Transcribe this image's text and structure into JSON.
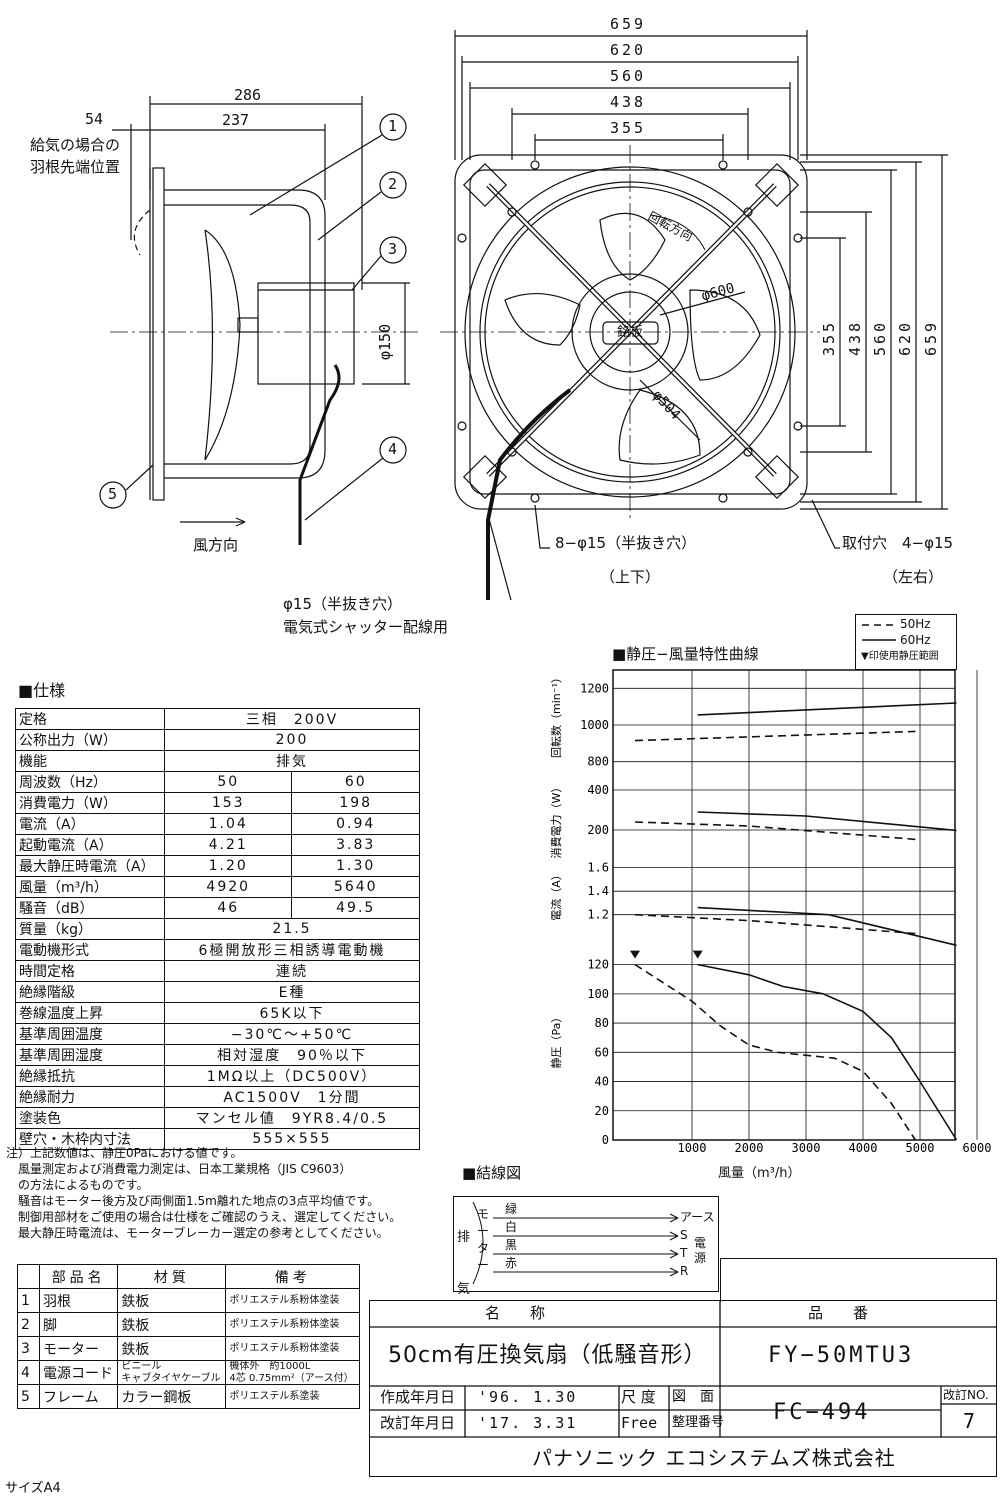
{
  "drawing": {
    "side": {
      "dim_286": "286",
      "dim_237": "237",
      "dim_54": "54",
      "intake_note": [
        "給気の場合の",
        "羽根先端位置"
      ],
      "dim_phi150": "φ150",
      "wind_direction": "風方向",
      "callouts": [
        "1",
        "2",
        "3",
        "4",
        "5"
      ]
    },
    "front": {
      "widths": [
        "659",
        "620",
        "560",
        "438",
        "355"
      ],
      "heights": [
        "355",
        "438",
        "560",
        "620",
        "659"
      ],
      "rotation": "回転方向",
      "dia_600": "φ600",
      "dia_504": "φ504",
      "nameplate": "銘板",
      "holes_8": "8−φ15（半抜き穴）",
      "holes_8_sub": "（上下）",
      "holes_4": "取付穴　4−φ15",
      "holes_4_sub": "（左右）",
      "shutter_hole": "φ15（半抜き穴）",
      "shutter_note": "電気式シャッター配線用"
    }
  },
  "spec": {
    "heading": "■仕様",
    "rows": [
      {
        "label": "定格",
        "full": "三相　200V"
      },
      {
        "label": "公称出力（W）",
        "full": "200"
      },
      {
        "label": "機能",
        "full": "排気"
      },
      {
        "label": "周波数（Hz）",
        "v50": "50",
        "v60": "60"
      },
      {
        "label": "消費電力（W）",
        "v50": "153",
        "v60": "198"
      },
      {
        "label": "電流（A）",
        "v50": "1.04",
        "v60": "0.94"
      },
      {
        "label": "起動電流（A）",
        "v50": "4.21",
        "v60": "3.83"
      },
      {
        "label": "最大静圧時電流（A）",
        "v50": "1.20",
        "v60": "1.30"
      },
      {
        "label": "風量（m³/h）",
        "v50": "4920",
        "v60": "5640"
      },
      {
        "label": "騒音（dB）",
        "v50": "46",
        "v60": "49.5"
      },
      {
        "label": "質量（kg）",
        "full": "21.5"
      },
      {
        "label": "電動機形式",
        "full": "6極開放形三相誘導電動機"
      },
      {
        "label": "時間定格",
        "full": "連続"
      },
      {
        "label": "絶縁階級",
        "full": "E種"
      },
      {
        "label": "巻線温度上昇",
        "full": "65K以下"
      },
      {
        "label": "基準周囲温度",
        "full": "−30℃〜+50℃"
      },
      {
        "label": "基準周囲湿度",
        "full": "相対湿度　90％以下"
      },
      {
        "label": "絶縁抵抗",
        "full": "1MΩ以上（DC500V）"
      },
      {
        "label": "絶縁耐力",
        "full": "AC1500V　1分間"
      },
      {
        "label": "塗装色",
        "full": "マンセル値　9YR8.4/0.5"
      },
      {
        "label": "壁穴・木枠内寸法",
        "full": "555×555"
      }
    ],
    "notes": [
      "注）上記数値は、静圧0Paにおける値です。",
      "　風量測定および消費電力測定は、日本工業規格（JIS C9603）",
      "　の方法によるものです。",
      "　騒音はモーター後方及び両側面1.5m離れた地点の3点平均値です。",
      "　制御用部材をご使用の場合は仕様をご確認のうえ、選定してください。",
      "　最大静圧時電流は、モーターブレーカー選定の参考としてください。"
    ]
  },
  "wiring": {
    "heading": "■結線図",
    "left": "排気",
    "motor": "モーター",
    "colors": [
      "緑",
      "白",
      "黒",
      "赤"
    ],
    "terminals": [
      "アース",
      "S",
      "T",
      "R"
    ],
    "power": "電源"
  },
  "chart_data": {
    "type": "line",
    "title": "■静圧−風量特性曲線",
    "xlabel": "風量（m³/h）",
    "xlim": [
      0,
      6000
    ],
    "xticks": [
      "1000",
      "2000",
      "3000",
      "4000",
      "5000",
      "6000"
    ],
    "legend": {
      "s50": "50Hz",
      "s60": "60Hz",
      "range": "▼印使用静圧範囲"
    },
    "panels": [
      {
        "id": "rpm",
        "ylabel": "回転数（min⁻¹）",
        "yticks": [
          "1200",
          "1000",
          "800"
        ],
        "series": [
          {
            "name": "50Hz",
            "x": [
              0,
              4920
            ],
            "y": [
              915,
              965
            ]
          },
          {
            "name": "60Hz",
            "x": [
              1100,
              5640
            ],
            "y": [
              1055,
              1120
            ]
          }
        ]
      },
      {
        "id": "power",
        "ylabel": "消費電力（W）",
        "yticks": [
          "400",
          "200"
        ],
        "series": [
          {
            "name": "50Hz",
            "x": [
              0,
              2000,
              4920
            ],
            "y": [
              240,
              220,
              153
            ]
          },
          {
            "name": "60Hz",
            "x": [
              1100,
              3000,
              5640
            ],
            "y": [
              290,
              270,
              198
            ]
          }
        ]
      },
      {
        "id": "current",
        "ylabel": "電流（A）",
        "yticks": [
          "1.6",
          "1.4",
          "1.2"
        ],
        "series": [
          {
            "name": "50Hz",
            "x": [
              0,
              2000,
              4920
            ],
            "y": [
              1.2,
              1.15,
              1.04
            ]
          },
          {
            "name": "60Hz",
            "x": [
              1100,
              3400,
              5640
            ],
            "y": [
              1.26,
              1.2,
              0.94
            ]
          }
        ]
      },
      {
        "id": "pressure",
        "ylabel": "静圧（Pa）",
        "yticks": [
          "120",
          "100",
          "80",
          "60",
          "40",
          "20",
          "0"
        ],
        "series": [
          {
            "name": "50Hz",
            "x": [
              0,
              1000,
              1500,
              2000,
              2500,
              3500,
              4000,
              4500,
              4920
            ],
            "y": [
              120,
              95,
              78,
              65,
              60,
              56,
              47,
              25,
              0
            ]
          },
          {
            "name": "60Hz",
            "x": [
              1100,
              2000,
              2600,
              3300,
              4000,
              4500,
              5000,
              5640
            ],
            "y": [
              120,
              113,
              105,
              100,
              88,
              70,
              40,
              0
            ]
          }
        ]
      }
    ]
  },
  "parts": {
    "headers": [
      "部品名",
      "材質",
      "備考"
    ],
    "rows": [
      {
        "no": "1",
        "name": "羽根",
        "material": "鉄板",
        "note": "ポリエステル系粉体塗装"
      },
      {
        "no": "2",
        "name": "脚",
        "material": "鉄板",
        "note": "ポリエステル系粉体塗装"
      },
      {
        "no": "3",
        "name": "モーター",
        "material": "鉄板",
        "note": "ポリエステル系粉体塗装"
      },
      {
        "no": "4",
        "name": "電源コード",
        "material_1": "ビニール",
        "material_2": "キャブタイヤケーブル",
        "note_1": "機体外　約1000L",
        "note_2": "4芯 0.75mm²（アース付）"
      },
      {
        "no": "5",
        "name": "フレーム",
        "material": "カラー鋼板",
        "note": "ポリエステル系塗装"
      }
    ]
  },
  "title_block": {
    "name_label": "名　　称",
    "number_label": "品　　番",
    "name": "50cm有圧換気扇（低騒音形）",
    "number": "FY−50MTU3",
    "created_label": "作成年月日",
    "created": "'96. 1.30",
    "revised_label": "改訂年月日",
    "revised": "'17. 3.31",
    "scale_label": "尺 度",
    "scale": "Free",
    "drawing_label_1": "図　面",
    "drawing_label_2": "整理番号",
    "drawing_no": "FC−494",
    "rev_label": "改訂NO.",
    "rev": "7",
    "company": "パナソニック エコシステムズ株式会社",
    "size": "サイズA4"
  }
}
